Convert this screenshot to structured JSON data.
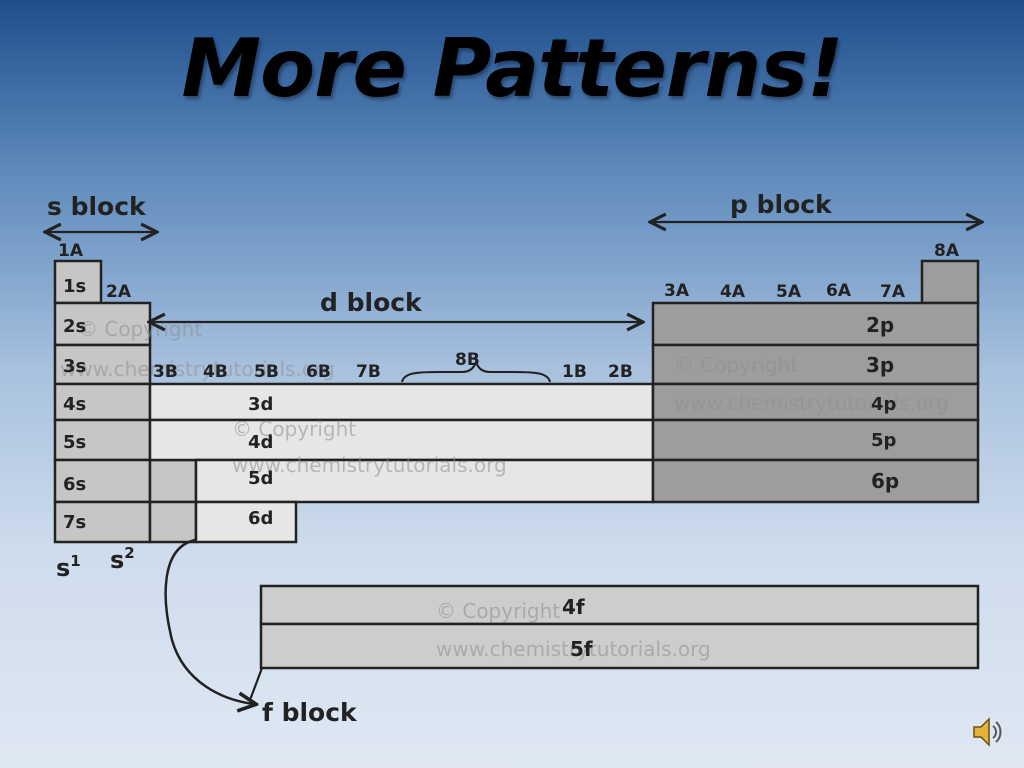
{
  "slide": {
    "title": "More Patterns!"
  },
  "blocks": {
    "s_block": "s block",
    "p_block": "p block",
    "d_block": "d block",
    "f_block": "f block"
  },
  "groups": [
    "1A",
    "2A",
    "3B",
    "4B",
    "5B",
    "6B",
    "7B",
    "8B",
    "1B",
    "2B",
    "3A",
    "4A",
    "5A",
    "6A",
    "7A",
    "8A"
  ],
  "s_rows": [
    "1s",
    "2s",
    "3s",
    "4s",
    "5s",
    "6s",
    "7s"
  ],
  "d_rows": [
    "3d",
    "4d",
    "5d",
    "6d"
  ],
  "p_rows": [
    "2p",
    "3p",
    "4p",
    "5p",
    "6p"
  ],
  "f_rows": [
    "4f",
    "5f"
  ],
  "s_subscripts": {
    "s1": "s",
    "s1_sup": "1",
    "s2": "s",
    "s2_sup": "2"
  },
  "watermark": {
    "copyright": "© Copyright",
    "url": "www.chemistrytutorials.org"
  },
  "colors": {
    "s_fill": "#c6c6c6",
    "d_fill": "#e6e6e6",
    "p_fill": "#9d9d9d",
    "f_fill": "#cdcdcd",
    "stroke": "#222222"
  },
  "icons": {
    "audio": "speaker-icon"
  }
}
